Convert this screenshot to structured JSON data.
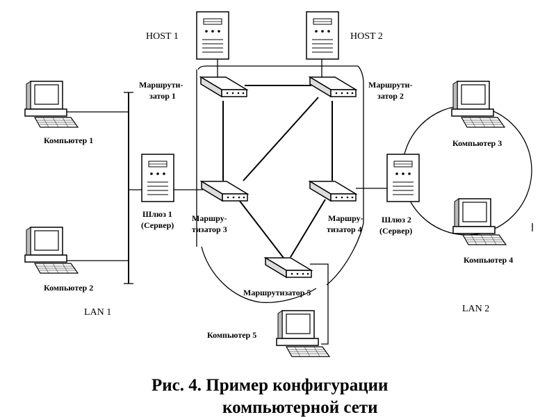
{
  "labels": {
    "host1": "HOST 1",
    "host2": "HOST 2",
    "router1": [
      "Маршрути-",
      "затор 1"
    ],
    "router2": [
      "Маршрути-",
      "затор 2"
    ],
    "router3": [
      "Маршру-",
      "тизатор 3"
    ],
    "router4": [
      "Маршру-",
      "тизатор 4"
    ],
    "router5": "Маршрутизатор 5",
    "gateway1": [
      "Шлюз 1",
      "(Сервер)"
    ],
    "gateway2": [
      "Шлюз 2",
      "(Сервер)"
    ],
    "computer1": "Компьютер 1",
    "computer2": "Компьютер 2",
    "computer3": "Компьютер 3",
    "computer4": "Компьютер 4",
    "computer5": "Компьютер 5",
    "lan1": "LAN 1",
    "lan2": "LAN 2"
  },
  "caption": [
    "Рис. 4. Пример конфигурации",
    "компьютерной сети"
  ]
}
